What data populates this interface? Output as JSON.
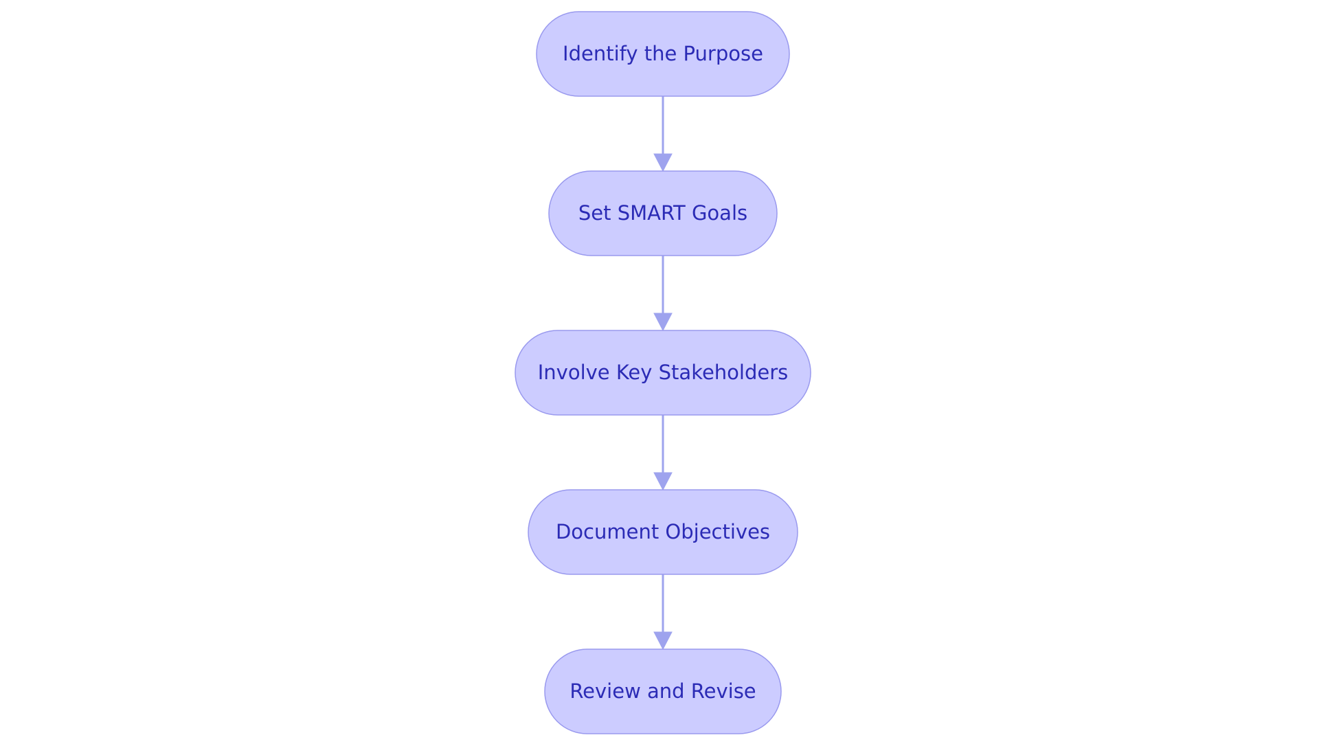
{
  "colors": {
    "node_fill": "#ccccff",
    "node_stroke": "#9999ee",
    "label_text": "#2b2bb5",
    "edge": "#9ea3ee"
  },
  "nodes": [
    {
      "id": "identify",
      "label": "Identify the Purpose"
    },
    {
      "id": "smart",
      "label": "Set SMART Goals"
    },
    {
      "id": "stakeholders",
      "label": "Involve Key Stakeholders"
    },
    {
      "id": "document",
      "label": "Document Objectives"
    },
    {
      "id": "review",
      "label": "Review and Revise"
    }
  ],
  "edges": [
    {
      "from": "identify",
      "to": "smart"
    },
    {
      "from": "smart",
      "to": "stakeholders"
    },
    {
      "from": "stakeholders",
      "to": "document"
    },
    {
      "from": "document",
      "to": "review"
    }
  ]
}
